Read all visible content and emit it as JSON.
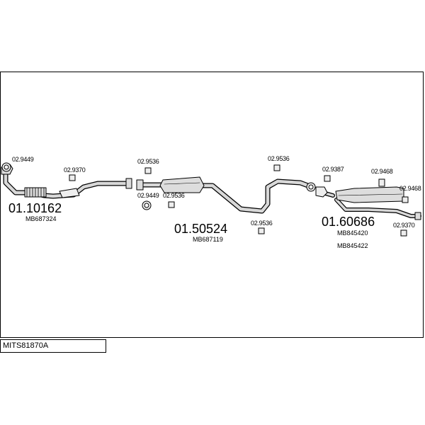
{
  "code": "MITS81870A",
  "sections": [
    {
      "number": "01.10162",
      "oem": [
        "MB687324"
      ]
    },
    {
      "number": "01.50524",
      "oem": [
        "MB687119"
      ]
    },
    {
      "number": "01.60686",
      "oem": [
        "MB845420",
        "MB845422"
      ]
    }
  ],
  "parts": [
    "02.9449",
    "02.9370",
    "02.9536",
    "02.9449",
    "02.9536",
    "02.9536",
    "02.9536",
    "02.9387",
    "02.9468",
    "02.9468",
    "02.9370"
  ],
  "colors": {
    "pipe_fill": "#d8d8d8",
    "line": "#000000",
    "background": "#ffffff"
  }
}
